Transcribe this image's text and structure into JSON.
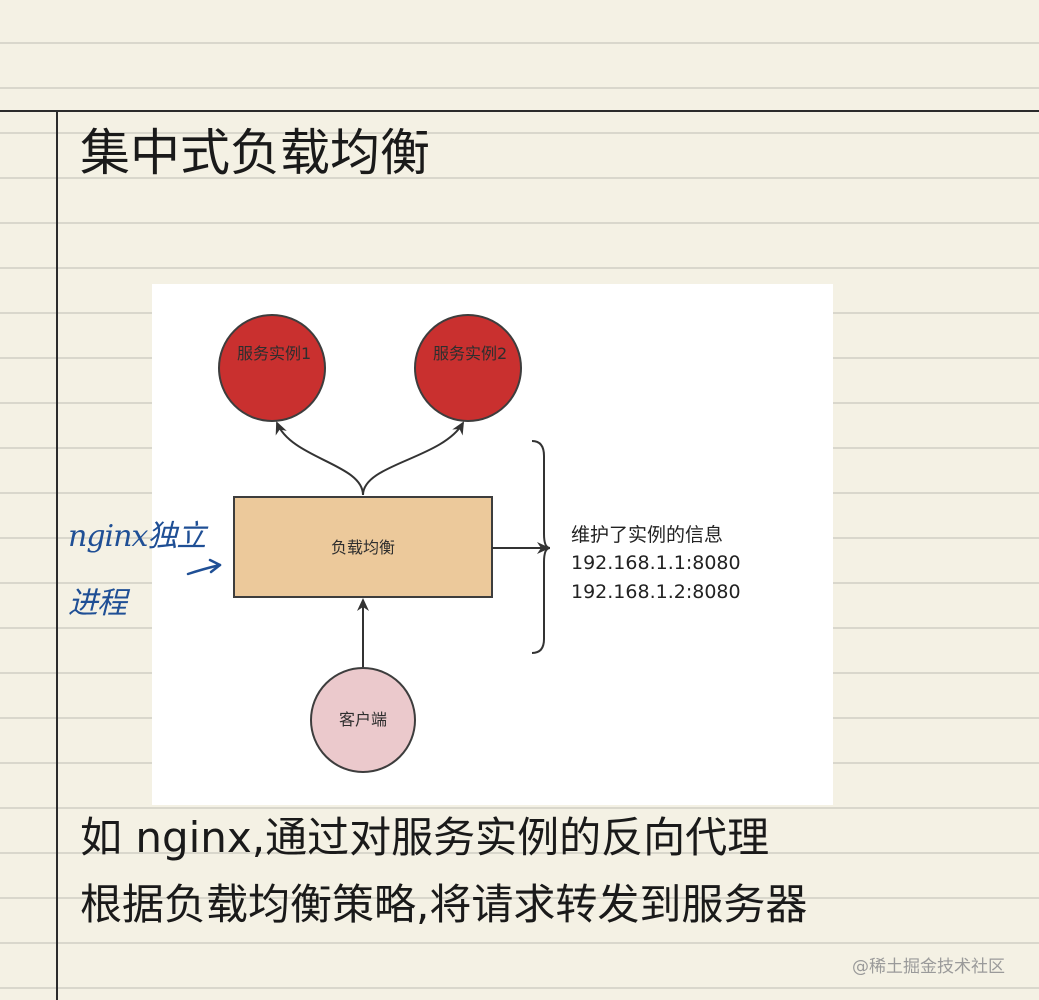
{
  "title": "集中式负载均衡",
  "diagram": {
    "service_instance_1": "服务实例1",
    "service_instance_2": "服务实例2",
    "load_balancer": "负载均衡",
    "client": "客户端",
    "info_lines": [
      "维护了实例的信息",
      "192.168.1.1:8080",
      "192.168.1.2:8080"
    ]
  },
  "annotation": {
    "line1": "nginx独立",
    "line2": "进程"
  },
  "description": [
    "如 nginx,通过对服务实例的反向代理",
    "根据负载均衡策略,将请求转发到服务器"
  ],
  "watermark": "@稀土掘金技术社区",
  "colors": {
    "service_fill": "#c9302f",
    "balancer_fill": "#ecc99b",
    "client_fill": "#ebc9cc",
    "annotation_ink": "#1f4f95"
  }
}
